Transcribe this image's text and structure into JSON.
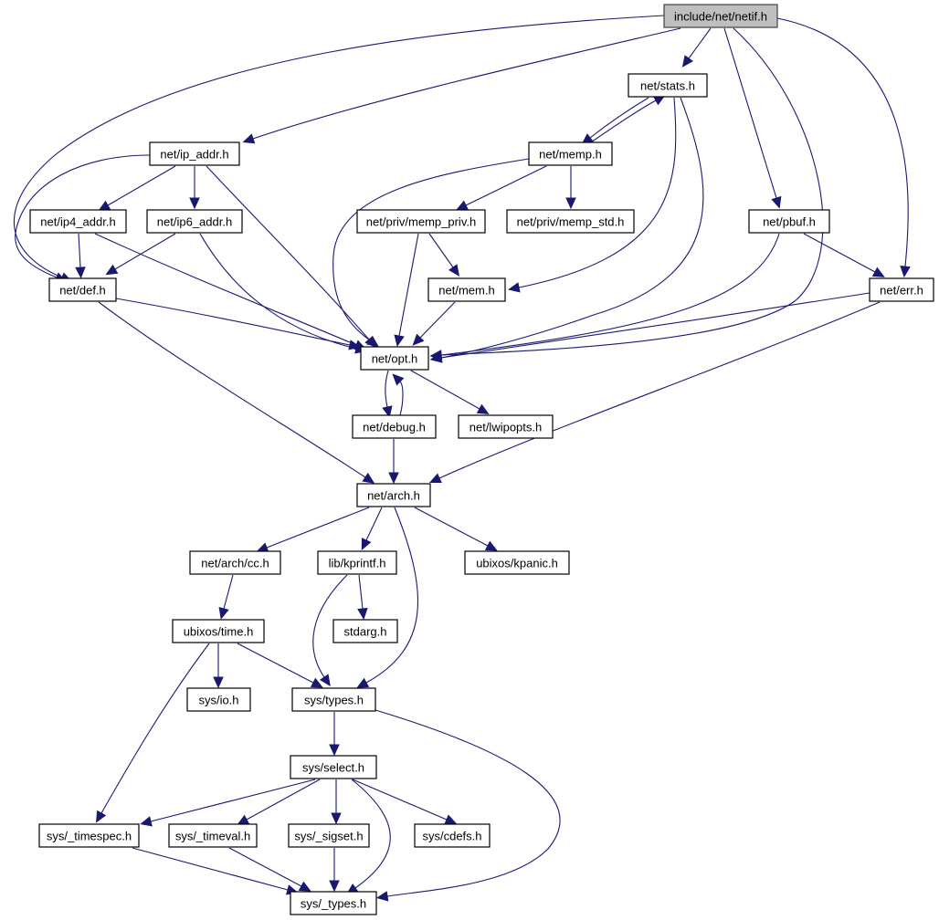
{
  "graph": {
    "type": "include-dependency-graph",
    "root": "include/net/netif.h",
    "colors": {
      "edge": "#191970",
      "root_fill": "#bfbfbf",
      "node_fill": "#ffffff",
      "border": "#000000"
    },
    "nodes": [
      {
        "id": "netif",
        "label": "include/net/netif.h",
        "root": true
      },
      {
        "id": "stats",
        "label": "net/stats.h"
      },
      {
        "id": "ip_addr",
        "label": "net/ip_addr.h"
      },
      {
        "id": "memp",
        "label": "net/memp.h"
      },
      {
        "id": "ip4_addr",
        "label": "net/ip4_addr.h"
      },
      {
        "id": "ip6_addr",
        "label": "net/ip6_addr.h"
      },
      {
        "id": "memp_priv",
        "label": "net/priv/memp_priv.h"
      },
      {
        "id": "memp_std",
        "label": "net/priv/memp_std.h"
      },
      {
        "id": "pbuf",
        "label": "net/pbuf.h"
      },
      {
        "id": "def",
        "label": "net/def.h"
      },
      {
        "id": "mem",
        "label": "net/mem.h"
      },
      {
        "id": "err",
        "label": "net/err.h"
      },
      {
        "id": "opt",
        "label": "net/opt.h"
      },
      {
        "id": "debug",
        "label": "net/debug.h"
      },
      {
        "id": "lwipopts",
        "label": "net/lwipopts.h"
      },
      {
        "id": "arch",
        "label": "net/arch.h"
      },
      {
        "id": "cc",
        "label": "net/arch/cc.h"
      },
      {
        "id": "kprintf",
        "label": "lib/kprintf.h"
      },
      {
        "id": "kpanic",
        "label": "ubixos/kpanic.h"
      },
      {
        "id": "time",
        "label": "ubixos/time.h"
      },
      {
        "id": "stdarg",
        "label": "stdarg.h"
      },
      {
        "id": "io",
        "label": "sys/io.h"
      },
      {
        "id": "types",
        "label": "sys/types.h"
      },
      {
        "id": "select",
        "label": "sys/select.h"
      },
      {
        "id": "timespec",
        "label": "sys/_timespec.h"
      },
      {
        "id": "timeval",
        "label": "sys/_timeval.h"
      },
      {
        "id": "sigset",
        "label": "sys/_sigset.h"
      },
      {
        "id": "cdefs",
        "label": "sys/cdefs.h"
      },
      {
        "id": "_types",
        "label": "sys/_types.h"
      }
    ],
    "edges": [
      [
        "netif",
        "stats"
      ],
      [
        "netif",
        "ip_addr"
      ],
      [
        "netif",
        "def"
      ],
      [
        "netif",
        "pbuf"
      ],
      [
        "netif",
        "err"
      ],
      [
        "netif",
        "opt"
      ],
      [
        "stats",
        "memp"
      ],
      [
        "stats",
        "mem"
      ],
      [
        "stats",
        "opt"
      ],
      [
        "memp",
        "stats"
      ],
      [
        "memp",
        "memp_priv"
      ],
      [
        "memp",
        "memp_std"
      ],
      [
        "memp",
        "opt"
      ],
      [
        "ip_addr",
        "ip4_addr"
      ],
      [
        "ip_addr",
        "ip6_addr"
      ],
      [
        "ip_addr",
        "def"
      ],
      [
        "ip_addr",
        "opt"
      ],
      [
        "ip4_addr",
        "def"
      ],
      [
        "ip4_addr",
        "opt"
      ],
      [
        "ip6_addr",
        "def"
      ],
      [
        "ip6_addr",
        "opt"
      ],
      [
        "memp_priv",
        "mem"
      ],
      [
        "memp_priv",
        "opt"
      ],
      [
        "pbuf",
        "err"
      ],
      [
        "pbuf",
        "opt"
      ],
      [
        "def",
        "opt"
      ],
      [
        "def",
        "arch"
      ],
      [
        "mem",
        "opt"
      ],
      [
        "err",
        "opt"
      ],
      [
        "err",
        "arch"
      ],
      [
        "opt",
        "debug"
      ],
      [
        "opt",
        "lwipopts"
      ],
      [
        "debug",
        "opt"
      ],
      [
        "debug",
        "arch"
      ],
      [
        "arch",
        "cc"
      ],
      [
        "arch",
        "kprintf"
      ],
      [
        "arch",
        "kpanic"
      ],
      [
        "arch",
        "types"
      ],
      [
        "cc",
        "time"
      ],
      [
        "kprintf",
        "stdarg"
      ],
      [
        "kprintf",
        "types"
      ],
      [
        "time",
        "io"
      ],
      [
        "time",
        "types"
      ],
      [
        "time",
        "timespec"
      ],
      [
        "types",
        "select"
      ],
      [
        "types",
        "_types"
      ],
      [
        "select",
        "timespec"
      ],
      [
        "select",
        "timeval"
      ],
      [
        "select",
        "sigset"
      ],
      [
        "select",
        "cdefs"
      ],
      [
        "select",
        "_types"
      ],
      [
        "timespec",
        "_types"
      ],
      [
        "timeval",
        "_types"
      ],
      [
        "sigset",
        "_types"
      ]
    ]
  }
}
